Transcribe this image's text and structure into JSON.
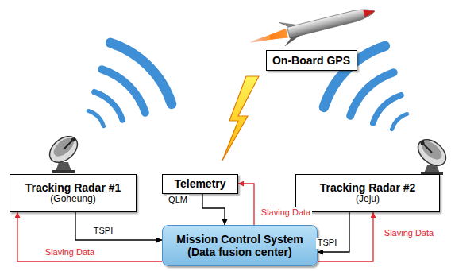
{
  "diagram": {
    "nodes": [
      {
        "text": [
          "On-Board GPS"
        ]
      },
      {
        "text": [
          "Tracking Radar #1",
          "(Goheung)"
        ]
      },
      {
        "text": [
          "Telemetry"
        ]
      },
      {
        "text": [
          "Tracking Radar #2",
          "(Jeju)"
        ]
      },
      {
        "text": [
          "Mission Control System",
          "(Data fusion center)"
        ]
      }
    ],
    "edges": [
      {
        "from": 1,
        "to": 4,
        "label": "TSPI",
        "arrow": "to"
      },
      {
        "from": 2,
        "to": 4,
        "label": "QLM",
        "arrow": "to"
      },
      {
        "from": 3,
        "to": 4,
        "label": "TSPI",
        "arrow": "to"
      },
      {
        "from": 4,
        "to": 1,
        "label": "Slaving Data",
        "arrow": "to"
      },
      {
        "from": 4,
        "to": 2,
        "label": "Slaving Data",
        "arrow": "to"
      },
      {
        "from": 4,
        "to": 3,
        "label": "Slaving Data",
        "arrow": "to"
      }
    ]
  }
}
